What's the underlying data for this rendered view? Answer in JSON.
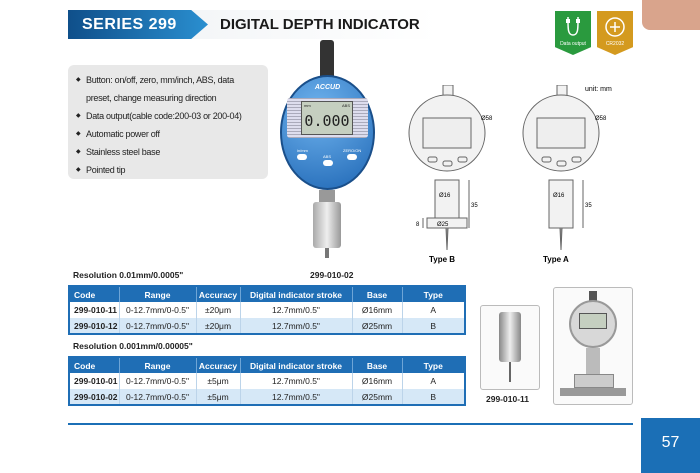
{
  "header": {
    "series": "SERIES 299",
    "title": "DIGITAL DEPTH INDICATOR"
  },
  "badges": [
    {
      "label": "Data output",
      "color": "#2a9a3e"
    },
    {
      "label": "CR2032",
      "color": "#d49a1f"
    }
  ],
  "features": [
    "Button: on/off, zero, mm/inch, ABS, data preset, change measuring direction",
    "Data output(cable code:200-03 or 200-04)",
    "Automatic power off",
    "Stainless steel base",
    "Pointed tip"
  ],
  "device": {
    "brand": "ACCUD",
    "display": "0.000",
    "unit_mm": "mm",
    "abs": "ABS",
    "btn_left": "in/mm",
    "btn_mid": "ABS",
    "btn_right": "ZERO/ON",
    "caption": "299-010-02"
  },
  "drawings": {
    "unit": "unit: mm",
    "dia58": "Ø58",
    "dia16": "Ø16",
    "dia25": "Ø25",
    "len35": "35",
    "len8": "8",
    "type_b": "Type B",
    "type_a": "Type A"
  },
  "table_headers": [
    "Code",
    "Range",
    "Accuracy",
    "Digital indicator stroke",
    "Base",
    "Type"
  ],
  "table1": {
    "title": "Resolution 0.01mm/0.0005\"",
    "rows": [
      [
        "299-010-11",
        "0-12.7mm/0-0.5\"",
        "±20μm",
        "12.7mm/0.5\"",
        "Ø16mm",
        "A"
      ],
      [
        "299-010-12",
        "0-12.7mm/0-0.5\"",
        "±20μm",
        "12.7mm/0.5\"",
        "Ø25mm",
        "B"
      ]
    ]
  },
  "table2": {
    "title": "Resolution 0.001mm/0.00005\"",
    "rows": [
      [
        "299-010-01",
        "0-12.7mm/0-0.5\"",
        "±5μm",
        "12.7mm/0.5\"",
        "Ø16mm",
        "A"
      ],
      [
        "299-010-02",
        "0-12.7mm/0-0.5\"",
        "±5μm",
        "12.7mm/0.5\"",
        "Ø25mm",
        "B"
      ]
    ]
  },
  "accessory_caption": "299-010-11",
  "page_number": "57"
}
